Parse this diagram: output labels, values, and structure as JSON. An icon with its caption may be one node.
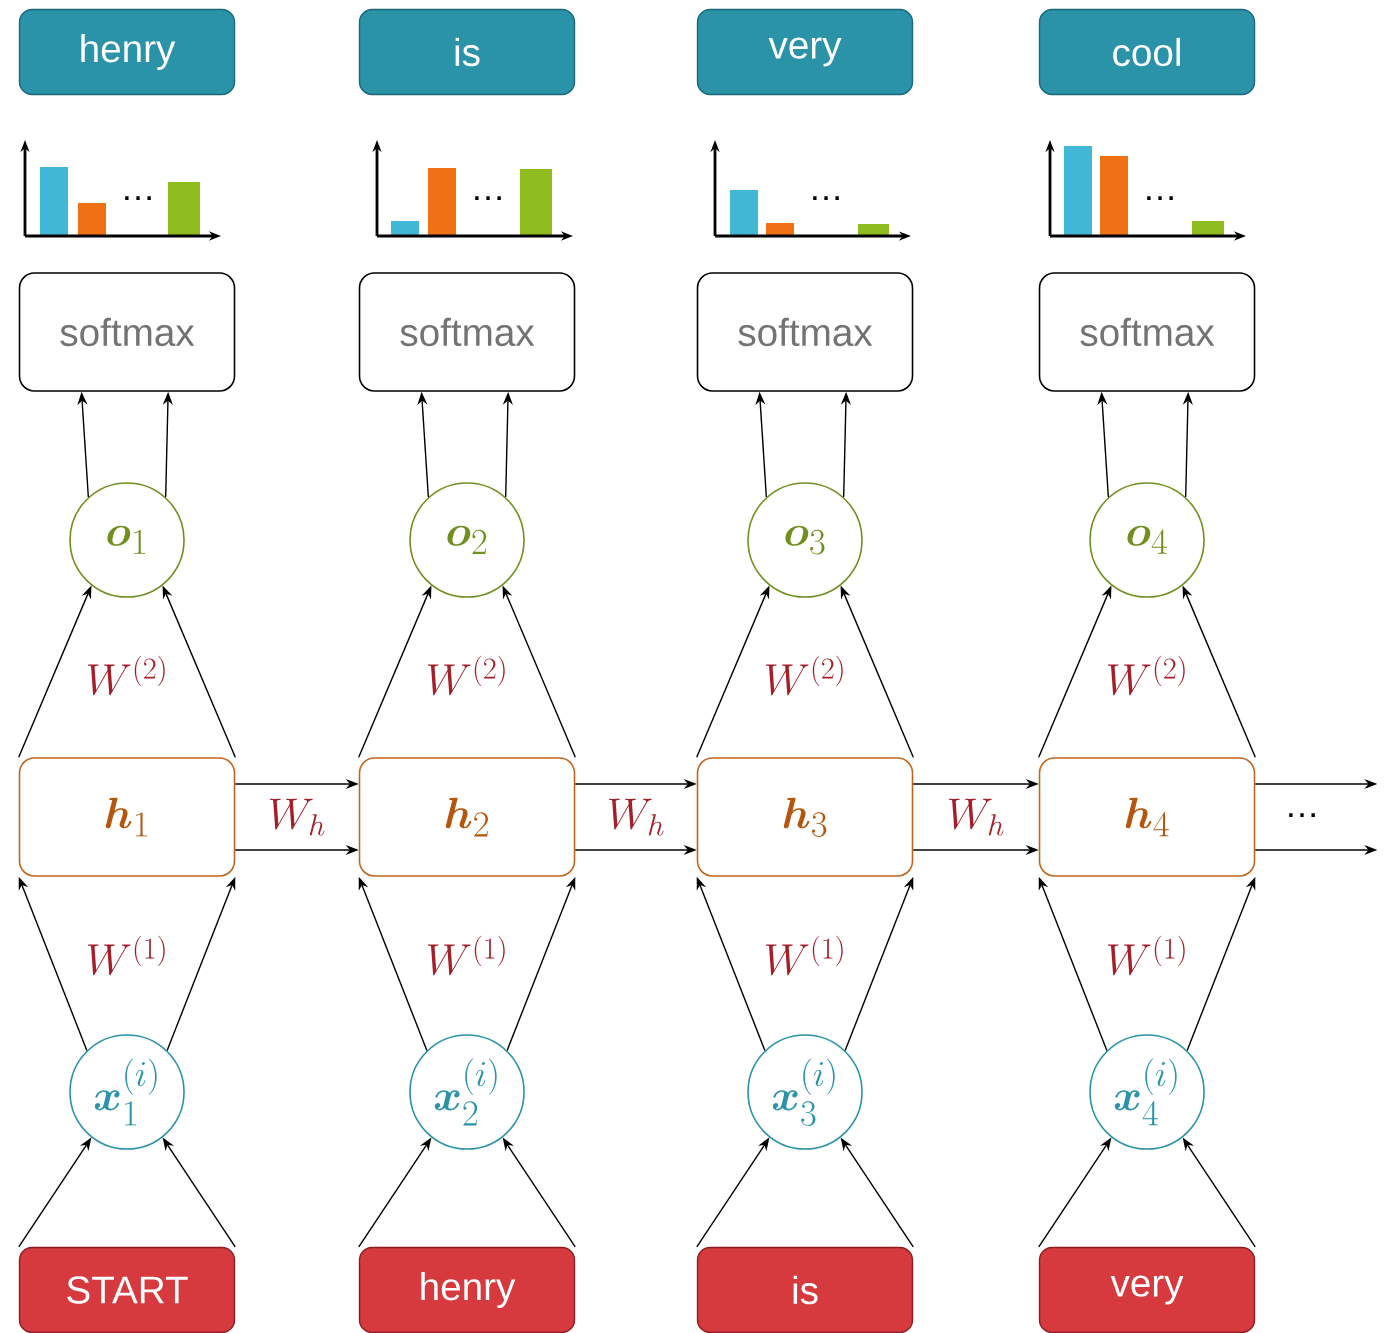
{
  "diagram": {
    "nodes": [
      {
        "text": [
          "henry"
        ]
      },
      {
        "text": [
          "is"
        ]
      },
      {
        "text": [
          "very"
        ]
      },
      {
        "text": [
          "cool"
        ]
      },
      {
        "text": [
          "softmax"
        ]
      },
      {
        "text": [
          "softmax"
        ]
      },
      {
        "text": [
          "softmax"
        ]
      },
      {
        "text": [
          "softmax"
        ]
      },
      {
        "text": [
          "\\boldsymbol{o}_{1}"
        ]
      },
      {
        "text": [
          "\\boldsymbol{o}_{2}"
        ]
      },
      {
        "text": [
          "\\boldsymbol{o}_{3}"
        ]
      },
      {
        "text": [
          "\\boldsymbol{o}_{4}"
        ]
      },
      {
        "text": [
          "\\boldsymbol{h}_{1}"
        ]
      },
      {
        "text": [
          "\\boldsymbol{h}_{2}"
        ]
      },
      {
        "text": [
          "\\boldsymbol{h}_{3}"
        ]
      },
      {
        "text": [
          "\\boldsymbol{h}_{4}"
        ]
      },
      {
        "text": [
          "\\boldsymbol{x}_{1}^{(i)}"
        ]
      },
      {
        "text": [
          "\\boldsymbol{x}_{2}^{(i)}"
        ]
      },
      {
        "text": [
          "\\boldsymbol{x}_{3}^{(i)}"
        ]
      },
      {
        "text": [
          "\\boldsymbol{x}_{4}^{(i)}"
        ]
      },
      {
        "text": [
          "START"
        ]
      },
      {
        "text": [
          "henry"
        ]
      },
      {
        "text": [
          "is"
        ]
      },
      {
        "text": [
          "very"
        ]
      }
    ],
    "edges": [
      {
        "from": 20,
        "to": 16,
        "arrow": "to"
      },
      {
        "from": 20,
        "to": 16,
        "arrow": "to"
      },
      {
        "from": 16,
        "to": 12,
        "arrow": "to",
        "label": "W^{(1)}"
      },
      {
        "from": 16,
        "to": 12,
        "arrow": "to"
      },
      {
        "from": 12,
        "to": 8,
        "arrow": "to",
        "label": "W^{(2)}"
      },
      {
        "from": 12,
        "to": 8,
        "arrow": "to"
      },
      {
        "from": 8,
        "to": 4,
        "arrow": "to"
      },
      {
        "from": 8,
        "to": 4,
        "arrow": "to"
      },
      {
        "from": 21,
        "to": 17,
        "arrow": "to"
      },
      {
        "from": 21,
        "to": 17,
        "arrow": "to"
      },
      {
        "from": 17,
        "to": 13,
        "arrow": "to",
        "label": "W^{(1)}"
      },
      {
        "from": 17,
        "to": 13,
        "arrow": "to"
      },
      {
        "from": 13,
        "to": 9,
        "arrow": "to",
        "label": "W^{(2)}"
      },
      {
        "from": 13,
        "to": 9,
        "arrow": "to"
      },
      {
        "from": 9,
        "to": 5,
        "arrow": "to"
      },
      {
        "from": 9,
        "to": 5,
        "arrow": "to"
      },
      {
        "from": 22,
        "to": 18,
        "arrow": "to"
      },
      {
        "from": 22,
        "to": 18,
        "arrow": "to"
      },
      {
        "from": 18,
        "to": 14,
        "arrow": "to",
        "label": "W^{(1)}"
      },
      {
        "from": 18,
        "to": 14,
        "arrow": "to"
      },
      {
        "from": 14,
        "to": 10,
        "arrow": "to",
        "label": "W^{(2)}"
      },
      {
        "from": 14,
        "to": 10,
        "arrow": "to"
      },
      {
        "from": 10,
        "to": 6,
        "arrow": "to"
      },
      {
        "from": 10,
        "to": 6,
        "arrow": "to"
      },
      {
        "from": 23,
        "to": 19,
        "arrow": "to"
      },
      {
        "from": 23,
        "to": 19,
        "arrow": "to"
      },
      {
        "from": 19,
        "to": 15,
        "arrow": "to",
        "label": "W^{(1)}"
      },
      {
        "from": 19,
        "to": 15,
        "arrow": "to"
      },
      {
        "from": 15,
        "to": 11,
        "arrow": "to",
        "label": "W^{(2)}"
      },
      {
        "from": 15,
        "to": 11,
        "arrow": "to"
      },
      {
        "from": 11,
        "to": 7,
        "arrow": "to"
      },
      {
        "from": 11,
        "to": 7,
        "arrow": "to"
      },
      {
        "from": 12,
        "to": 13,
        "arrow": "to",
        "label": "W_{h}"
      },
      {
        "from": 12,
        "to": 13,
        "arrow": "to"
      },
      {
        "from": 13,
        "to": 14,
        "arrow": "to",
        "label": "W_{h}"
      },
      {
        "from": 13,
        "to": 14,
        "arrow": "to"
      },
      {
        "from": 14,
        "to": 15,
        "arrow": "to",
        "label": "W_{h}"
      },
      {
        "from": 14,
        "to": 15,
        "arrow": "to"
      },
      {
        "from": 15,
        "to": null,
        "arrow": "to"
      },
      {
        "from": 15,
        "to": null,
        "arrow": "to"
      }
    ],
    "labels": [
      "…",
      "…",
      "…",
      "…",
      "…"
    ]
  }
}
